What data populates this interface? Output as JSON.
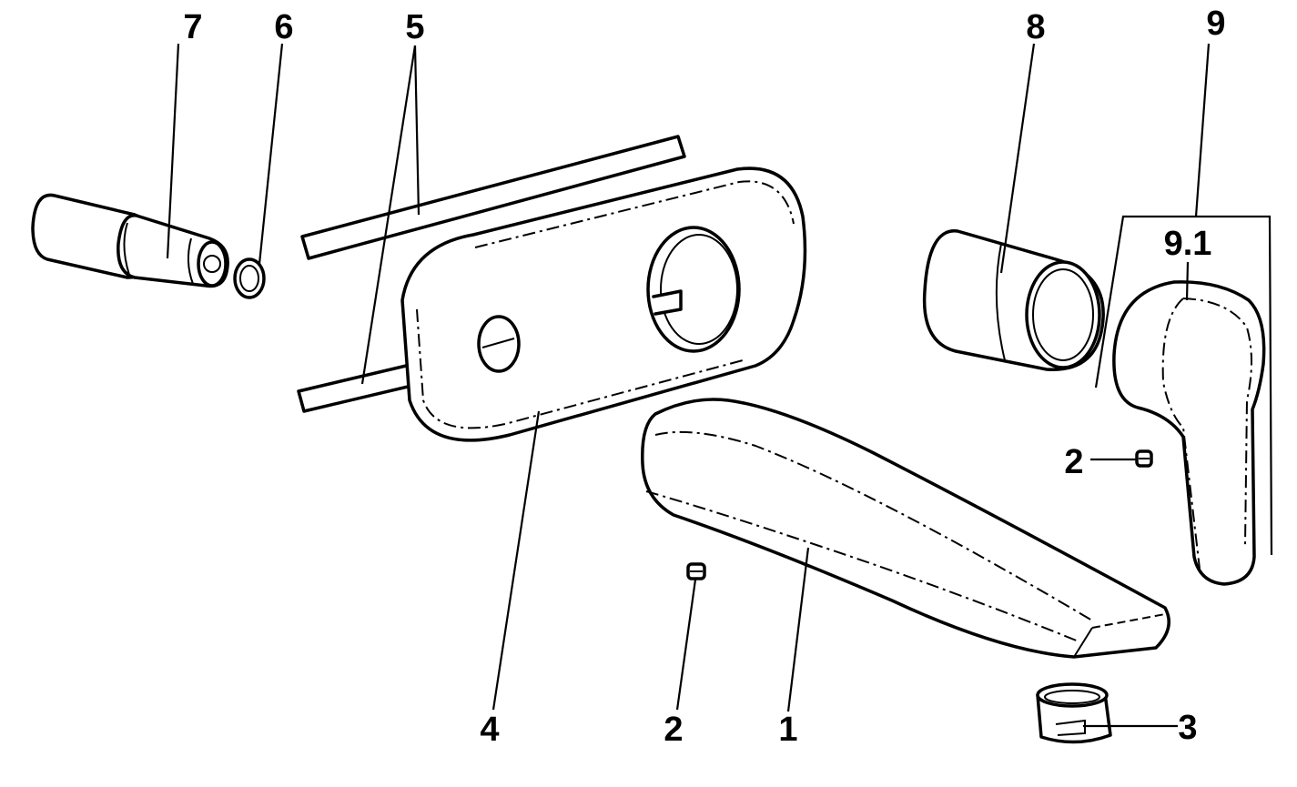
{
  "callouts": {
    "c1": "1",
    "c2a": "2",
    "c2b": "2",
    "c3": "3",
    "c4": "4",
    "c5": "5",
    "c6": "6",
    "c7": "7",
    "c8": "8",
    "c9": "9",
    "c91": "9.1"
  }
}
